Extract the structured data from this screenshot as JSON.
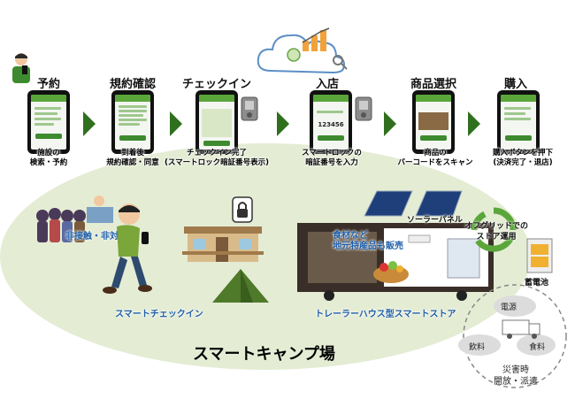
{
  "steps": [
    {
      "title": "予約",
      "caption": [
        "施設の",
        "検索・予約"
      ]
    },
    {
      "title": "規約確認",
      "caption": [
        "到着後",
        "規約確認・同意"
      ]
    },
    {
      "title": "チェックイン",
      "caption": [
        "チェックイン完了",
        "(スマートロック暗証番号表示)"
      ]
    },
    {
      "title": "入店",
      "caption": [
        "スマートロックの",
        "暗証番号を入力"
      ]
    },
    {
      "title": "商品選択",
      "caption": [
        "商品の",
        "バーコードをスキャン"
      ]
    },
    {
      "title": "購入",
      "caption": [
        "購入ボタンを押下",
        "(決済完了・退店)"
      ]
    }
  ],
  "phone_code": "123456",
  "labels": {
    "contactless": "非接触・非対面",
    "smart_checkin": "スマートチェックイン",
    "solar_panel": "ソーラーパネル",
    "offgrid": [
      "オフグリッドでの",
      "ストア運用"
    ],
    "local_products": [
      "食材など",
      "地元特産品も販売"
    ],
    "storage_battery": "蓄電池",
    "trailer_store": "トレーラーハウス型スマートストア",
    "smart_camp": "スマートキャンプ場",
    "power": "電源",
    "drink": "飲料",
    "food": "食料",
    "disaster": [
      "災害時",
      "開放・派遣"
    ]
  },
  "colors": {
    "field": "#e4ecd4",
    "accent_green": "#2f6f1e",
    "label_blue": "#1f5fa8"
  },
  "icons": [
    "cloud-icon",
    "chart-icon",
    "magnifier-icon",
    "person-phone-icon",
    "smart-lock-icon",
    "padlock-icon",
    "recycle-arrows-icon",
    "battery-icon",
    "truck-icon",
    "tent-icon",
    "cabin-icon"
  ]
}
